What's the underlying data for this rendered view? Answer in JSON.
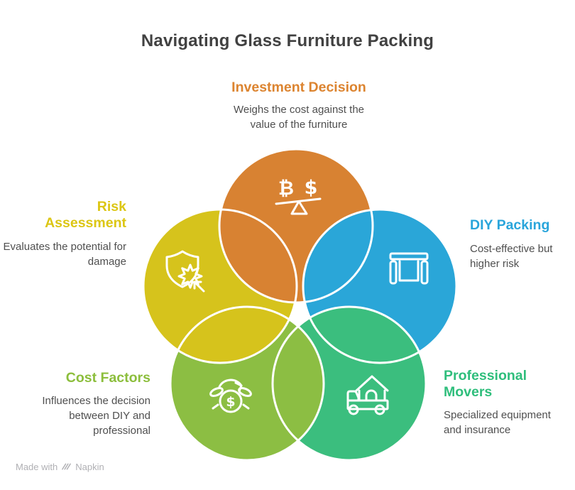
{
  "title": "Navigating Glass Furniture Packing",
  "nodes": {
    "investment": {
      "label": "Investment Decision",
      "description": "Weighs the cost against the value of the furniture",
      "color": "#D88232",
      "icon": "balance-scale-icon"
    },
    "diy": {
      "label": "DIY Packing",
      "description": "Cost-effective but higher risk",
      "color": "#2AA6D8",
      "icon": "furniture-icon"
    },
    "movers": {
      "label": "Professional Movers",
      "description": "Specialized equipment and insurance",
      "color": "#3BBE7E",
      "icon": "moving-truck-icon"
    },
    "cost": {
      "label": "Cost Factors",
      "description": "Influences the decision between DIY and professional",
      "color": "#8CBE43",
      "icon": "cost-cycle-icon"
    },
    "risk": {
      "label": "Risk Assessment",
      "description": "Evaluates the potential for damage",
      "color": "#D6C31C",
      "icon": "shield-impact-icon"
    }
  },
  "icons": {
    "balance_left_symbol": "₿",
    "balance_right_symbol": "$",
    "coin_symbol": "$"
  },
  "footer": {
    "made_with": "Made with",
    "brand": "Napkin"
  }
}
